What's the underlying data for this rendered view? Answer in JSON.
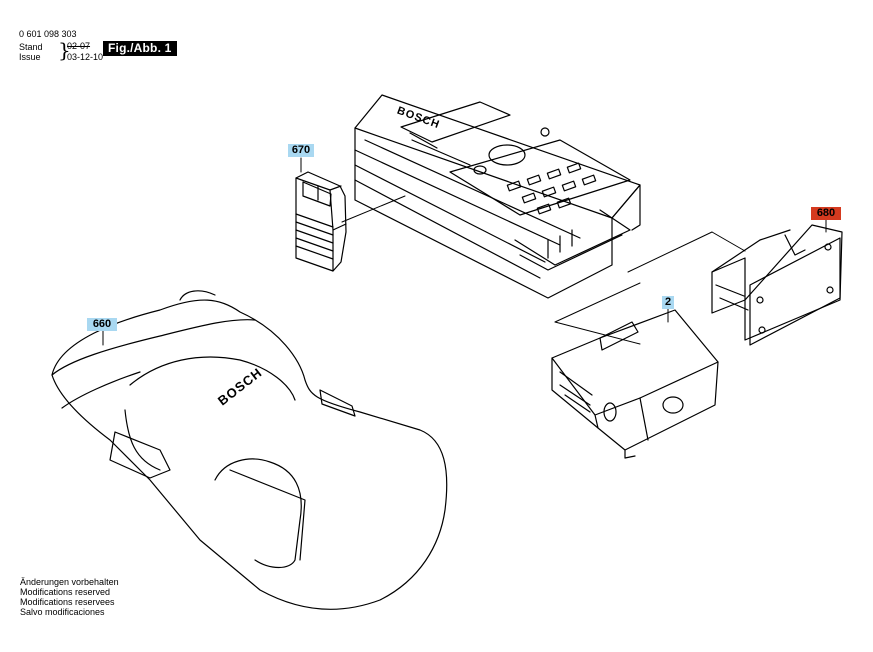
{
  "header": {
    "doc_number": "0 601 098 303",
    "stand_label": "Stand",
    "issue_label": "Issue",
    "stand_date": "02-07",
    "issue_date": "03-12-10",
    "fig_label": "Fig./Abb. 1"
  },
  "callouts": [
    {
      "id": "670",
      "label": "670",
      "color": "#a9d8f1"
    },
    {
      "id": "660",
      "label": "660",
      "color": "#a9d8f1"
    },
    {
      "id": "2",
      "label": "2",
      "color": "#a9d8f1"
    },
    {
      "id": "680",
      "label": "680",
      "color": "#d53a1f"
    }
  ],
  "device": {
    "brand": "BOSCH"
  },
  "bag": {
    "brand": "BOSCH"
  },
  "notice": [
    "Änderungen vorbehalten",
    "Modifications reserved",
    "Modifications reservees",
    "Salvo modificaciones"
  ]
}
